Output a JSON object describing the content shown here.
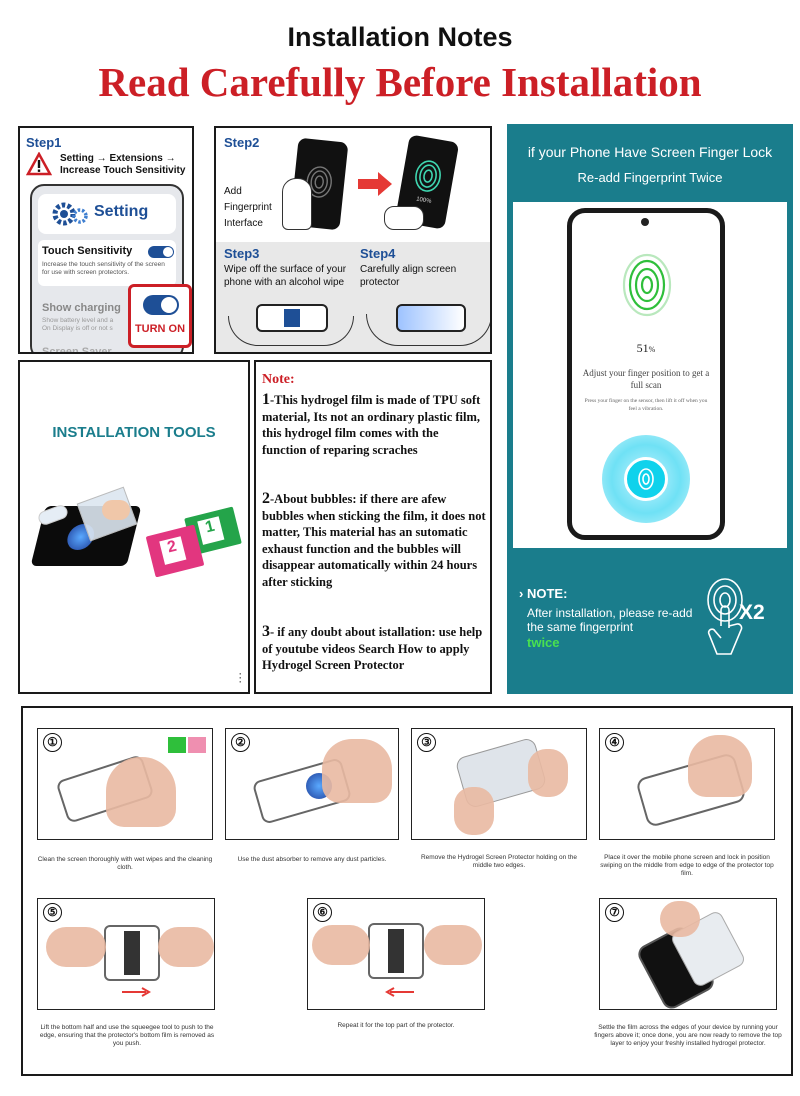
{
  "header": {
    "title": "Installation Notes",
    "subtitle": "Read Carefully Before Installation"
  },
  "colors": {
    "red": "#cc1f26",
    "teal": "#1a7d8c",
    "blue": "#1e4f96",
    "green": "#2fbf3b"
  },
  "step1": {
    "label": "Step1",
    "path": "Setting → Extensions → Increase Touch Sensitivity",
    "setting_title": "Setting",
    "touch_label": "Touch Sensitivity",
    "touch_desc": "Increase the touch sensitivity of the screen for use with screen protectors.",
    "charging_label": "Show charging",
    "charging_desc": "Show battery level and a On Display is off or not s",
    "saver_label": "Screen Saver",
    "turn_on": "TURN ON"
  },
  "step2": {
    "label": "Step2",
    "text": "Add Fingerprint Interface",
    "progress": "100%"
  },
  "step3": {
    "label": "Step3",
    "text": "Wipe off the surface of your phone with an alcohol wipe"
  },
  "step4": {
    "label": "Step4",
    "text": "Carefully align screen protector"
  },
  "fingerprint": {
    "title": "if your Phone Have Screen Finger Lock",
    "subtitle": "Re-add Fingerprint Twice",
    "percent": "51",
    "percent_unit": "%",
    "instruction": "Adjust your finger position to get a full scan",
    "hint": "Press your finger on the sensor, then lift it off when you feel a vibration.",
    "note_title": "NOTE:",
    "note_body": "After installation, please re-add the same fingerprint",
    "note_emph": "twice",
    "times": "X2"
  },
  "tools": {
    "title": "INSTALLATION TOOLS",
    "wipe_1": "1",
    "wipe_2": "2"
  },
  "note": {
    "title": "Note:",
    "p1_num": "1",
    "p1": "-This hydrogel film is made of TPU soft material, Its not an ordinary plastic film, this hydrogel film comes with the function of reparing scraches",
    "p2_num": "2",
    "p2": "-About bubbles: if there are afew bubbles when sticking the film, it does not matter, This material has an sutomatic exhaust function and the bubbles will disappear automatically within 24 hours after sticking",
    "p3_num": "3",
    "p3": "- if any doubt about istallation: use help of youtube videos Search How to apply Hydrogel Screen Protector"
  },
  "steps": [
    {
      "num": "①",
      "caption": "Clean the screen thoroughly with wet wipes and the cleaning cloth."
    },
    {
      "num": "②",
      "caption": "Use the dust absorber to remove any dust particles."
    },
    {
      "num": "③",
      "caption": "Remove the Hydrogel Screen Protector holding on the middle two edges."
    },
    {
      "num": "④",
      "caption": "Place it over the mobile phone screen and lock in position swiping on the middle from edge to edge of the protector top film."
    },
    {
      "num": "⑤",
      "caption": "Lift the bottom half and use the squeegee tool to push to the edge, ensuring that the protector's bottom film is removed as you push."
    },
    {
      "num": "⑥",
      "caption": "Repeat it for the top part of the protector."
    },
    {
      "num": "⑦",
      "caption": "Settle the film across the edges of your device by running your fingers above it; once done, you are now ready to remove the top layer to enjoy your freshly installed hydrogel protector."
    }
  ]
}
